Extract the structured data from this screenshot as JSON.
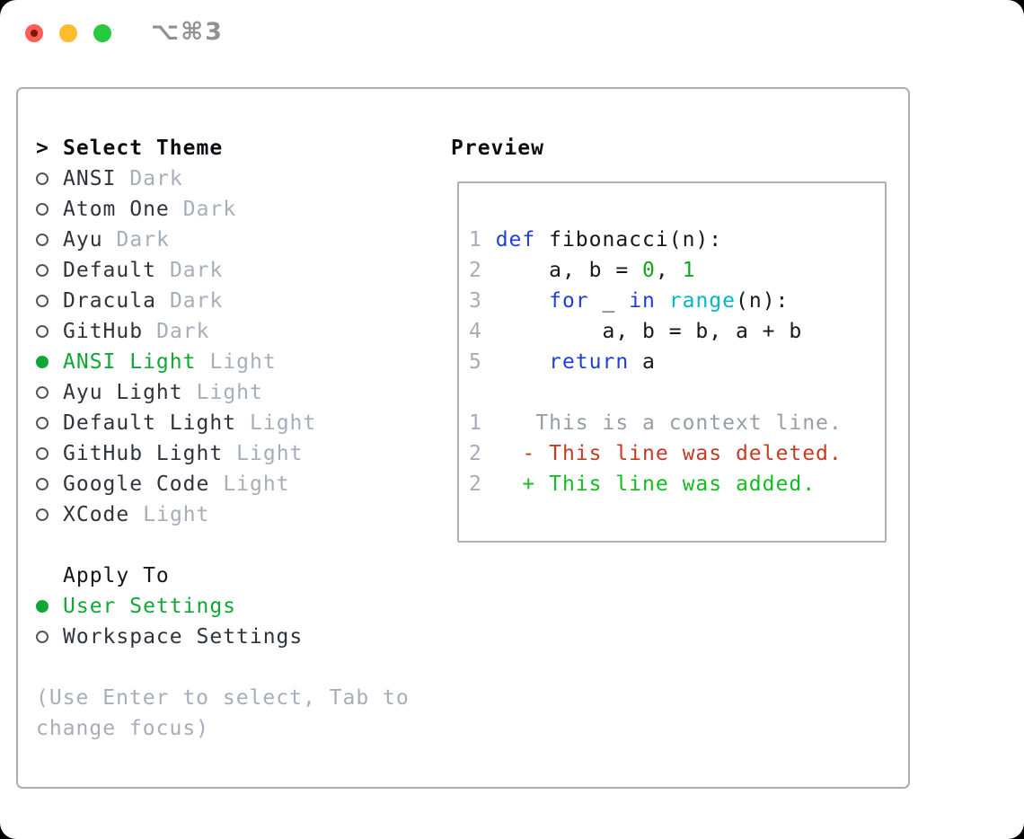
{
  "window": {
    "shortcut": "⌥⌘3",
    "traffic_lights": [
      "close",
      "minimize",
      "zoom"
    ]
  },
  "panel": {
    "prompt": ">",
    "select_theme_label": "Select Theme",
    "themes": [
      {
        "name": "ANSI",
        "tag": "Dark",
        "selected": false
      },
      {
        "name": "Atom One",
        "tag": "Dark",
        "selected": false
      },
      {
        "name": "Ayu",
        "tag": "Dark",
        "selected": false
      },
      {
        "name": "Default",
        "tag": "Dark",
        "selected": false
      },
      {
        "name": "Dracula",
        "tag": "Dark",
        "selected": false
      },
      {
        "name": "GitHub",
        "tag": "Dark",
        "selected": false
      },
      {
        "name": "ANSI Light",
        "tag": "Light",
        "selected": true
      },
      {
        "name": "Ayu Light",
        "tag": "Light",
        "selected": false
      },
      {
        "name": "Default Light",
        "tag": "Light",
        "selected": false
      },
      {
        "name": "GitHub Light",
        "tag": "Light",
        "selected": false
      },
      {
        "name": "Google Code",
        "tag": "Light",
        "selected": false
      },
      {
        "name": "XCode",
        "tag": "Light",
        "selected": false
      }
    ],
    "apply_to_label": "Apply To",
    "apply_options": [
      {
        "name": "User Settings",
        "selected": true
      },
      {
        "name": "Workspace Settings",
        "selected": false
      }
    ],
    "hint_lines": [
      "(Use Enter to select, Tab to",
      "change focus)"
    ]
  },
  "preview": {
    "title": "Preview",
    "code_lines": [
      {
        "segments": [
          {
            "t": "1 ",
            "c": "num"
          },
          {
            "t": "def",
            "c": "kw"
          },
          {
            "t": " fibonacci(n):",
            "c": "plain"
          }
        ]
      },
      {
        "segments": [
          {
            "t": "2 ",
            "c": "num"
          },
          {
            "t": "    a, b = ",
            "c": "plain"
          },
          {
            "t": "0",
            "c": "lit"
          },
          {
            "t": ", ",
            "c": "plain"
          },
          {
            "t": "1",
            "c": "lit"
          }
        ]
      },
      {
        "segments": [
          {
            "t": "3 ",
            "c": "num"
          },
          {
            "t": "    ",
            "c": "plain"
          },
          {
            "t": "for",
            "c": "kw"
          },
          {
            "t": " _ ",
            "c": "plain"
          },
          {
            "t": "in",
            "c": "kw"
          },
          {
            "t": " ",
            "c": "plain"
          },
          {
            "t": "range",
            "c": "fn"
          },
          {
            "t": "(n):",
            "c": "plain"
          }
        ]
      },
      {
        "segments": [
          {
            "t": "4 ",
            "c": "num"
          },
          {
            "t": "        a, b = b, a + b",
            "c": "plain"
          }
        ]
      },
      {
        "segments": [
          {
            "t": "5 ",
            "c": "num"
          },
          {
            "t": "    ",
            "c": "plain"
          },
          {
            "t": "return",
            "c": "kw"
          },
          {
            "t": " a",
            "c": "plain"
          }
        ]
      },
      {
        "segments": []
      },
      {
        "segments": [
          {
            "t": "1",
            "c": "num"
          },
          {
            "t": "    This is a context line.",
            "c": "ctx"
          }
        ]
      },
      {
        "segments": [
          {
            "t": "2",
            "c": "num"
          },
          {
            "t": "   ",
            "c": "plain"
          },
          {
            "t": "- This line was deleted.",
            "c": "del"
          }
        ]
      },
      {
        "segments": [
          {
            "t": "2",
            "c": "num"
          },
          {
            "t": "   ",
            "c": "plain"
          },
          {
            "t": "+ This line was added.",
            "c": "add"
          }
        ]
      }
    ]
  },
  "colors": {
    "accent_green": "#0fa832",
    "added_green": "#13bd21",
    "deleted_red": "#c43c24",
    "keyword_blue": "#1f3fd8",
    "number_green": "#11a821",
    "function_cyan": "#00b7c6",
    "muted_gray": "#a6aeb9",
    "text_dark": "#2f343c",
    "border_gray": "#a9afb8",
    "traffic_red": "#ff5d55",
    "traffic_yellow": "#ffbd2e",
    "traffic_green": "#27c93f"
  }
}
